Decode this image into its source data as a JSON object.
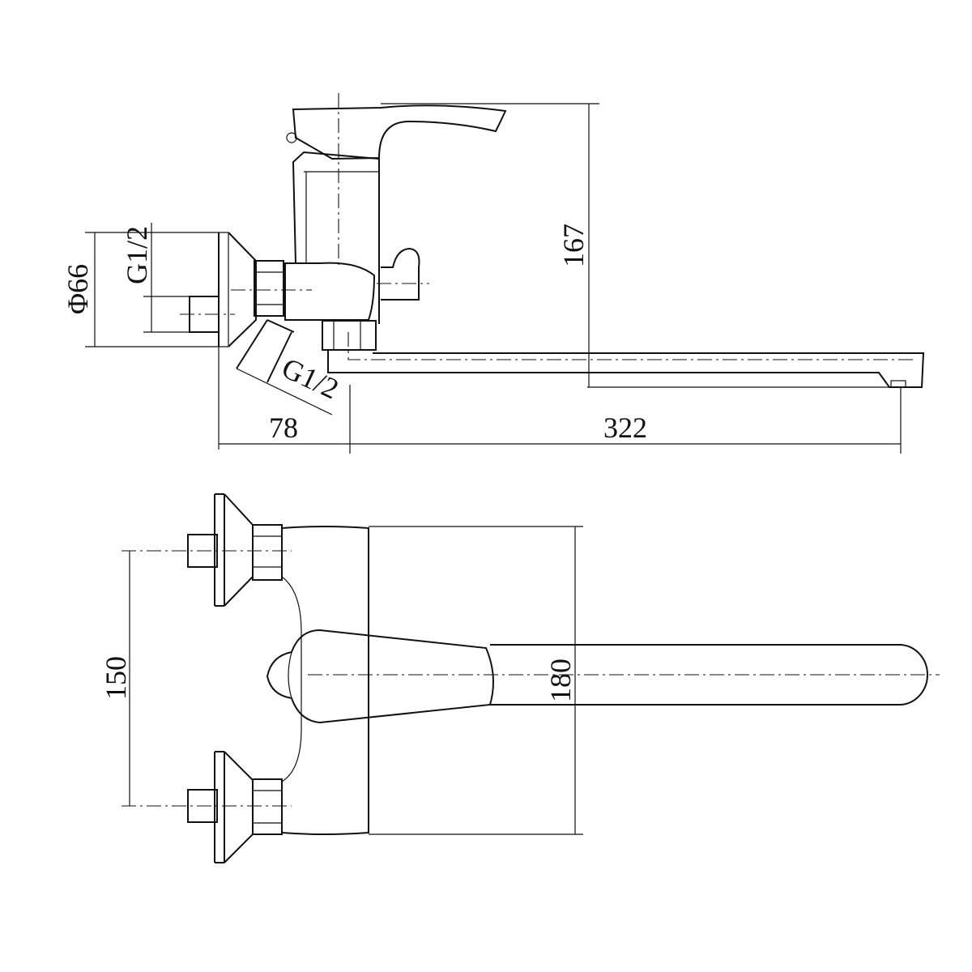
{
  "side_view": {
    "height_label": "167",
    "plate_diameter_label": "Φ66",
    "inlet_thread_label": "G1/2",
    "angled_thread_label": "G1/2",
    "wall_offset_label": "78",
    "spout_reach_label": "322"
  },
  "top_view": {
    "inlet_spacing_label": "150",
    "body_width_label": "180"
  },
  "colors": {
    "line": "#111111",
    "background": "#ffffff"
  }
}
